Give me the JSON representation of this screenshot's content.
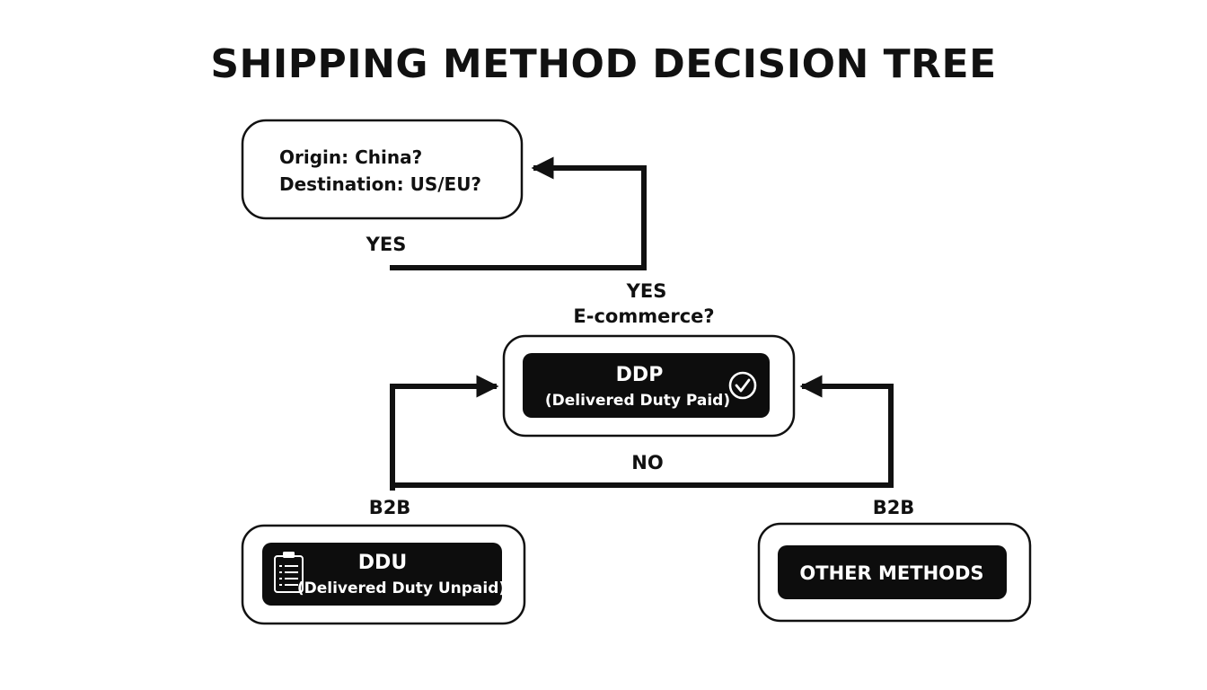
{
  "diagram": {
    "title": "SHIPPING METHOD DECISION TREE",
    "question_node": {
      "line1": "Origin: China?",
      "line2": "Destination: US/EU?"
    },
    "labels": {
      "yes_top": "YES",
      "yes_mid": "YES",
      "ecommerce_question": "E-commerce?",
      "no": "NO",
      "b2b_left": "B2B",
      "b2b_right": "B2B"
    },
    "ddp_node": {
      "title": "DDP",
      "subtitle": "(Delivered Duty Paid)",
      "icon": "check-circle-icon"
    },
    "ddu_node": {
      "title": "DDU",
      "subtitle": "(Delivered Duty Unpaid)",
      "icon": "clipboard-icon"
    },
    "other_node": {
      "title": "OTHER METHODS"
    },
    "colors": {
      "ink": "#111111",
      "fill_dark": "#0d0d0d",
      "text_light": "#ffffff",
      "background": "#ffffff"
    }
  }
}
